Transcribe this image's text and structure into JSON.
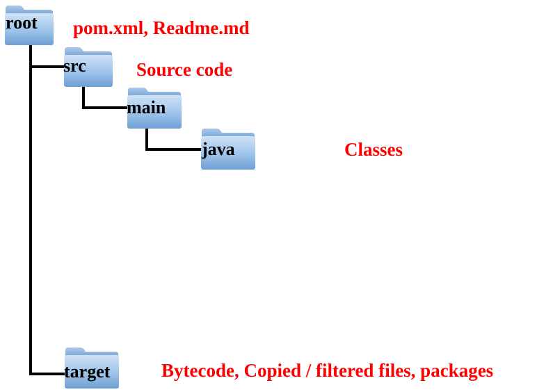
{
  "colors": {
    "annotation": "#ff0000",
    "folder_label": "#000000",
    "connector": "#000000",
    "folder_light": "#cfe2f6",
    "folder_mid": "#9cc3ea",
    "folder_dark": "#6f9fd3"
  },
  "tree": {
    "root": {
      "name": "root",
      "icon": "folder-icon"
    },
    "src": {
      "name": "src",
      "icon": "folder-icon"
    },
    "main": {
      "name": "main",
      "icon": "folder-icon"
    },
    "java": {
      "name": "java",
      "icon": "folder-icon"
    },
    "target": {
      "name": "target",
      "icon": "folder-icon"
    }
  },
  "annotations": {
    "root": "pom.xml, Readme.md",
    "src": "Source code",
    "java": "Classes",
    "target": "Bytecode, Copied / filtered files, packages"
  }
}
